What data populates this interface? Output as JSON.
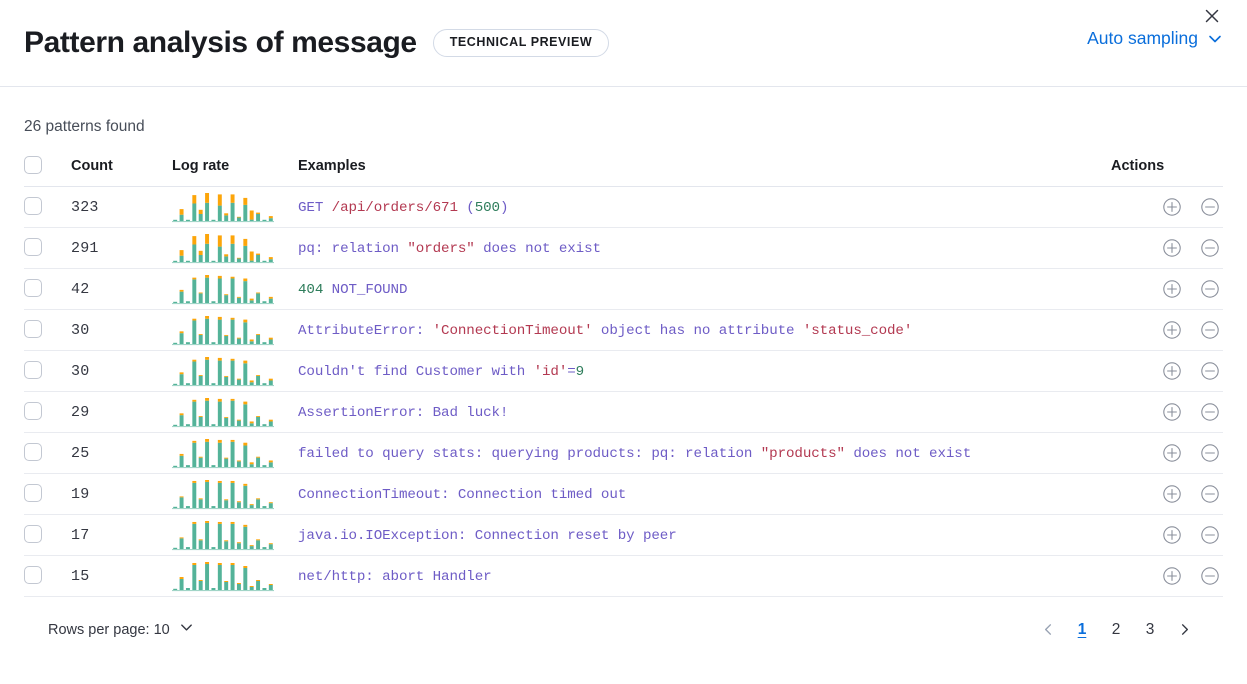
{
  "header": {
    "title": "Pattern analysis of message",
    "badge": "TECHNICAL PREVIEW",
    "sampling_label": "Auto sampling",
    "chevron_icon": "chevron-down-icon",
    "close_icon": "close-icon",
    "accent_color": "#0a6edb"
  },
  "summary": {
    "patterns_found": "26 patterns found"
  },
  "table": {
    "columns": {
      "count": "Count",
      "log_rate": "Log rate",
      "examples": "Examples",
      "actions": "Actions"
    },
    "add_icon": "plus-circle-icon",
    "remove_icon": "minus-circle-icon",
    "rows": [
      {
        "count": "323",
        "example": "GET /api/orders/671 (500)",
        "tokens": [
          {
            "t": "GET ",
            "c": "pln"
          },
          {
            "t": "/api/orders/671",
            "c": "str"
          },
          {
            "t": " (",
            "c": "pln"
          },
          {
            "t": "500",
            "c": "num"
          },
          {
            "t": ")",
            "c": "pln"
          }
        ],
        "sparkline": {
          "green": [
            0,
            9,
            1,
            25,
            10,
            26,
            1,
            22,
            8,
            26,
            5,
            23,
            2,
            10,
            1,
            4
          ],
          "orange": [
            0,
            8,
            0,
            12,
            6,
            14,
            0,
            16,
            3,
            12,
            1,
            10,
            13,
            2,
            0,
            3
          ]
        }
      },
      {
        "count": "291",
        "example": "pq: relation \"orders\" does not exist",
        "tokens": [
          {
            "t": "pq: relation ",
            "c": "pln"
          },
          {
            "t": "\"orders\"",
            "c": "str"
          },
          {
            "t": " does not exist",
            "c": "pln"
          }
        ],
        "sparkline": {
          "green": [
            0,
            9,
            1,
            25,
            10,
            26,
            1,
            22,
            8,
            26,
            5,
            23,
            2,
            10,
            1,
            4
          ],
          "orange": [
            0,
            8,
            0,
            12,
            6,
            14,
            0,
            16,
            3,
            12,
            1,
            10,
            13,
            2,
            0,
            3
          ]
        }
      },
      {
        "count": "42",
        "example": "404 NOT_FOUND",
        "tokens": [
          {
            "t": "404",
            "c": "num"
          },
          {
            "t": " NOT_FOUND",
            "c": "pln"
          }
        ],
        "sparkline": {
          "green": [
            1,
            13,
            2,
            27,
            11,
            29,
            2,
            28,
            9,
            28,
            6,
            25,
            3,
            11,
            2,
            5
          ],
          "orange": [
            0,
            2,
            0,
            2,
            1,
            3,
            0,
            3,
            1,
            2,
            1,
            3,
            2,
            1,
            0,
            2
          ]
        }
      },
      {
        "count": "30",
        "example": "AttributeError: 'ConnectionTimeout' object has no attribute 'status_code'",
        "tokens": [
          {
            "t": "AttributeError: ",
            "c": "pln"
          },
          {
            "t": "'ConnectionTimeout'",
            "c": "str"
          },
          {
            "t": " object has no attribute ",
            "c": "pln"
          },
          {
            "t": "'status_code'",
            "c": "str"
          }
        ],
        "sparkline": {
          "green": [
            1,
            12,
            2,
            26,
            10,
            28,
            2,
            27,
            9,
            27,
            6,
            24,
            3,
            10,
            2,
            5
          ],
          "orange": [
            0,
            2,
            0,
            2,
            1,
            3,
            0,
            3,
            1,
            2,
            1,
            3,
            2,
            1,
            0,
            2
          ]
        }
      },
      {
        "count": "30",
        "example": "Couldn't find Customer with 'id'=9",
        "tokens": [
          {
            "t": "Couldn't find Customer with ",
            "c": "pln"
          },
          {
            "t": "'id'",
            "c": "str"
          },
          {
            "t": "=",
            "c": "pln"
          },
          {
            "t": "9",
            "c": "num"
          }
        ],
        "sparkline": {
          "green": [
            1,
            12,
            2,
            26,
            10,
            28,
            2,
            27,
            9,
            27,
            6,
            24,
            3,
            10,
            2,
            5
          ],
          "orange": [
            0,
            2,
            0,
            2,
            1,
            3,
            0,
            3,
            1,
            2,
            1,
            3,
            2,
            1,
            0,
            2
          ]
        }
      },
      {
        "count": "29",
        "example": "AssertionError: Bad luck!",
        "tokens": [
          {
            "t": "AssertionError: Bad luck!",
            "c": "pln"
          }
        ],
        "sparkline": {
          "green": [
            1,
            12,
            2,
            27,
            10,
            28,
            2,
            27,
            9,
            28,
            6,
            24,
            3,
            10,
            2,
            5
          ],
          "orange": [
            0,
            2,
            0,
            2,
            1,
            3,
            0,
            3,
            1,
            2,
            1,
            3,
            2,
            1,
            0,
            2
          ]
        }
      },
      {
        "count": "25",
        "example": "failed to query stats: querying products: pq: relation \"products\" does not exist",
        "tokens": [
          {
            "t": "failed to query stats: querying products: pq: relation ",
            "c": "pln"
          },
          {
            "t": "\"products\"",
            "c": "str"
          },
          {
            "t": " does not exist",
            "c": "pln"
          }
        ],
        "sparkline": {
          "green": [
            1,
            12,
            2,
            26,
            10,
            27,
            2,
            26,
            9,
            27,
            6,
            23,
            3,
            10,
            2,
            5
          ],
          "orange": [
            0,
            2,
            0,
            2,
            1,
            3,
            0,
            3,
            1,
            2,
            1,
            3,
            2,
            1,
            0,
            2
          ]
        }
      },
      {
        "count": "19",
        "example": "ConnectionTimeout: Connection timed out",
        "tokens": [
          {
            "t": "ConnectionTimeout: Connection timed out",
            "c": "pln"
          }
        ],
        "sparkline": {
          "green": [
            1,
            11,
            2,
            26,
            9,
            27,
            2,
            26,
            8,
            26,
            6,
            23,
            3,
            9,
            2,
            5
          ],
          "orange": [
            0,
            1,
            0,
            2,
            1,
            2,
            0,
            2,
            1,
            2,
            1,
            2,
            1,
            1,
            0,
            1
          ]
        }
      },
      {
        "count": "17",
        "example": "java.io.IOException: Connection reset by peer",
        "tokens": [
          {
            "t": "java.io.IOException: Connection reset by peer",
            "c": "pln"
          }
        ],
        "sparkline": {
          "green": [
            1,
            11,
            2,
            26,
            9,
            27,
            2,
            26,
            8,
            26,
            6,
            23,
            3,
            9,
            2,
            5
          ],
          "orange": [
            0,
            1,
            0,
            2,
            1,
            2,
            0,
            2,
            1,
            2,
            1,
            2,
            1,
            1,
            0,
            1
          ]
        }
      },
      {
        "count": "15",
        "example": "net/http: abort Handler",
        "tokens": [
          {
            "t": "net/http: abort Handler",
            "c": "pln"
          }
        ],
        "sparkline": {
          "green": [
            1,
            11,
            2,
            25,
            9,
            26,
            2,
            25,
            8,
            25,
            6,
            22,
            3,
            9,
            2,
            5
          ],
          "orange": [
            0,
            2,
            0,
            2,
            1,
            2,
            0,
            2,
            1,
            2,
            1,
            2,
            1,
            1,
            0,
            1
          ]
        }
      }
    ]
  },
  "footer": {
    "rows_per_page": "Rows per page: 10",
    "rows_chevron_icon": "chevron-down-icon",
    "prev_icon": "chevron-left-icon",
    "next_icon": "chevron-right-icon",
    "pages": [
      "1",
      "2",
      "3"
    ],
    "active_page": "1"
  },
  "colors": {
    "bar_green": "#54b399",
    "bar_orange": "#fca50a",
    "link": "#0a6edb",
    "text": "#343741"
  }
}
